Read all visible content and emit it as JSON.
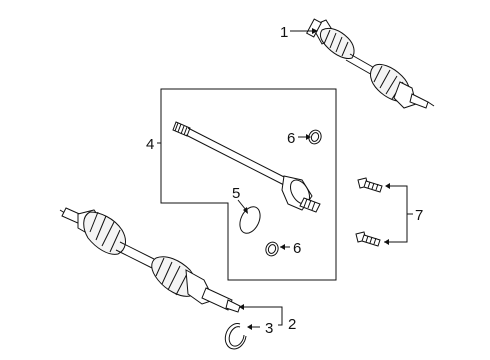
{
  "diagram": {
    "callouts": [
      {
        "id": "1",
        "text": "1"
      },
      {
        "id": "2",
        "text": "2"
      },
      {
        "id": "3",
        "text": "3"
      },
      {
        "id": "4",
        "text": "4"
      },
      {
        "id": "5",
        "text": "5"
      },
      {
        "id": "6a",
        "text": "6"
      },
      {
        "id": "6b",
        "text": "6"
      },
      {
        "id": "7",
        "text": "7"
      }
    ],
    "parts": [
      "top-right-axle-shaft",
      "bottom-left-axle-shaft",
      "intermediate-shaft",
      "seal-ring",
      "o-ring",
      "snap-ring",
      "bolt"
    ]
  }
}
